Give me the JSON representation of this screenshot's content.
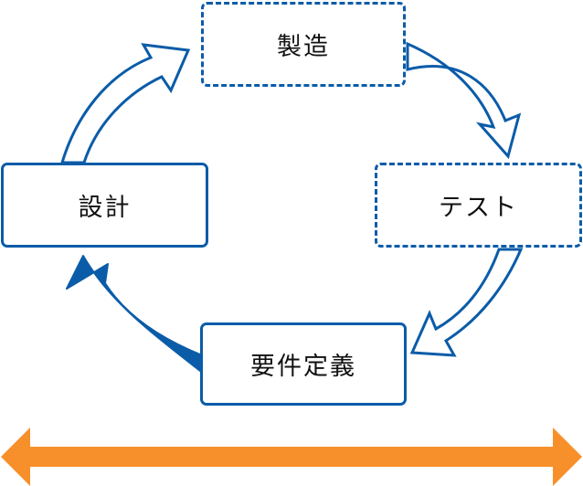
{
  "diagram": {
    "nodes": {
      "seizo": "製造",
      "test": "テスト",
      "youken": "要件定義",
      "sekkei": "設計"
    }
  },
  "colors": {
    "primary_blue": "#0b5ca8",
    "accent_orange": "#f7902a",
    "text": "#111111"
  }
}
